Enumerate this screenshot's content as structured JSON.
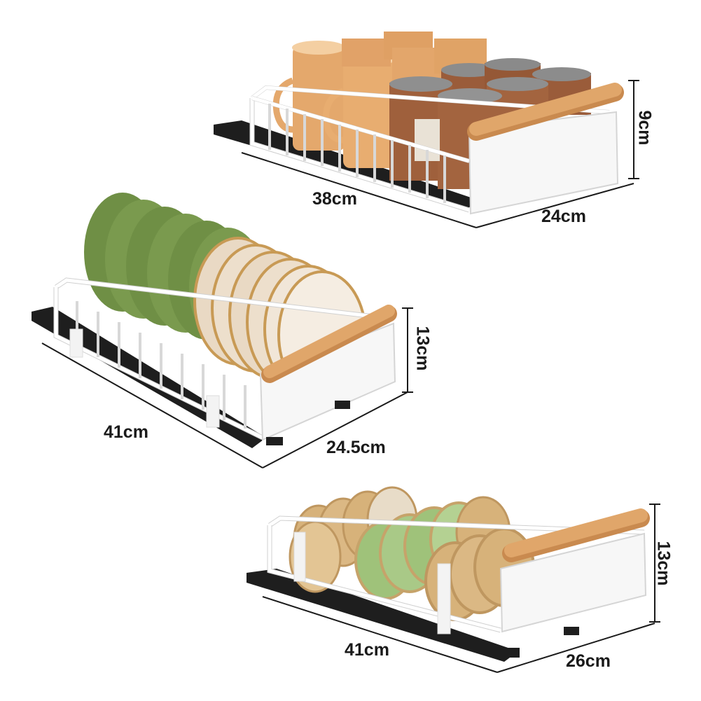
{
  "colors": {
    "wire": "#ffffff",
    "wire_edge": "#c9c9c9",
    "rail": "#1e1e1e",
    "wood": "#e0a66a",
    "wood_dark": "#c98a4f",
    "cup": "#e4a86c",
    "can": "#9a5c3a",
    "can_lid": "#8c8c8c",
    "plate_green": "#7a9a4e",
    "plate_rim_gold": "#c89a55",
    "plate_clear": "#f1e6d8",
    "bowl_green": "#9fc27a",
    "bowl_gold": "#d7b27a",
    "dimension_line": "#1a1a1a"
  },
  "products": [
    {
      "id": "top-rack",
      "contents": "cups-and-cans",
      "dimensions": {
        "length": "38cm",
        "width": "24cm",
        "height": "9cm"
      }
    },
    {
      "id": "middle-rack",
      "contents": "plates",
      "dimensions": {
        "length": "41cm",
        "width": "24.5cm",
        "height": "13cm"
      }
    },
    {
      "id": "bottom-rack",
      "contents": "bowls",
      "dimensions": {
        "length": "41cm",
        "width": "26cm",
        "height": "13cm"
      }
    }
  ]
}
